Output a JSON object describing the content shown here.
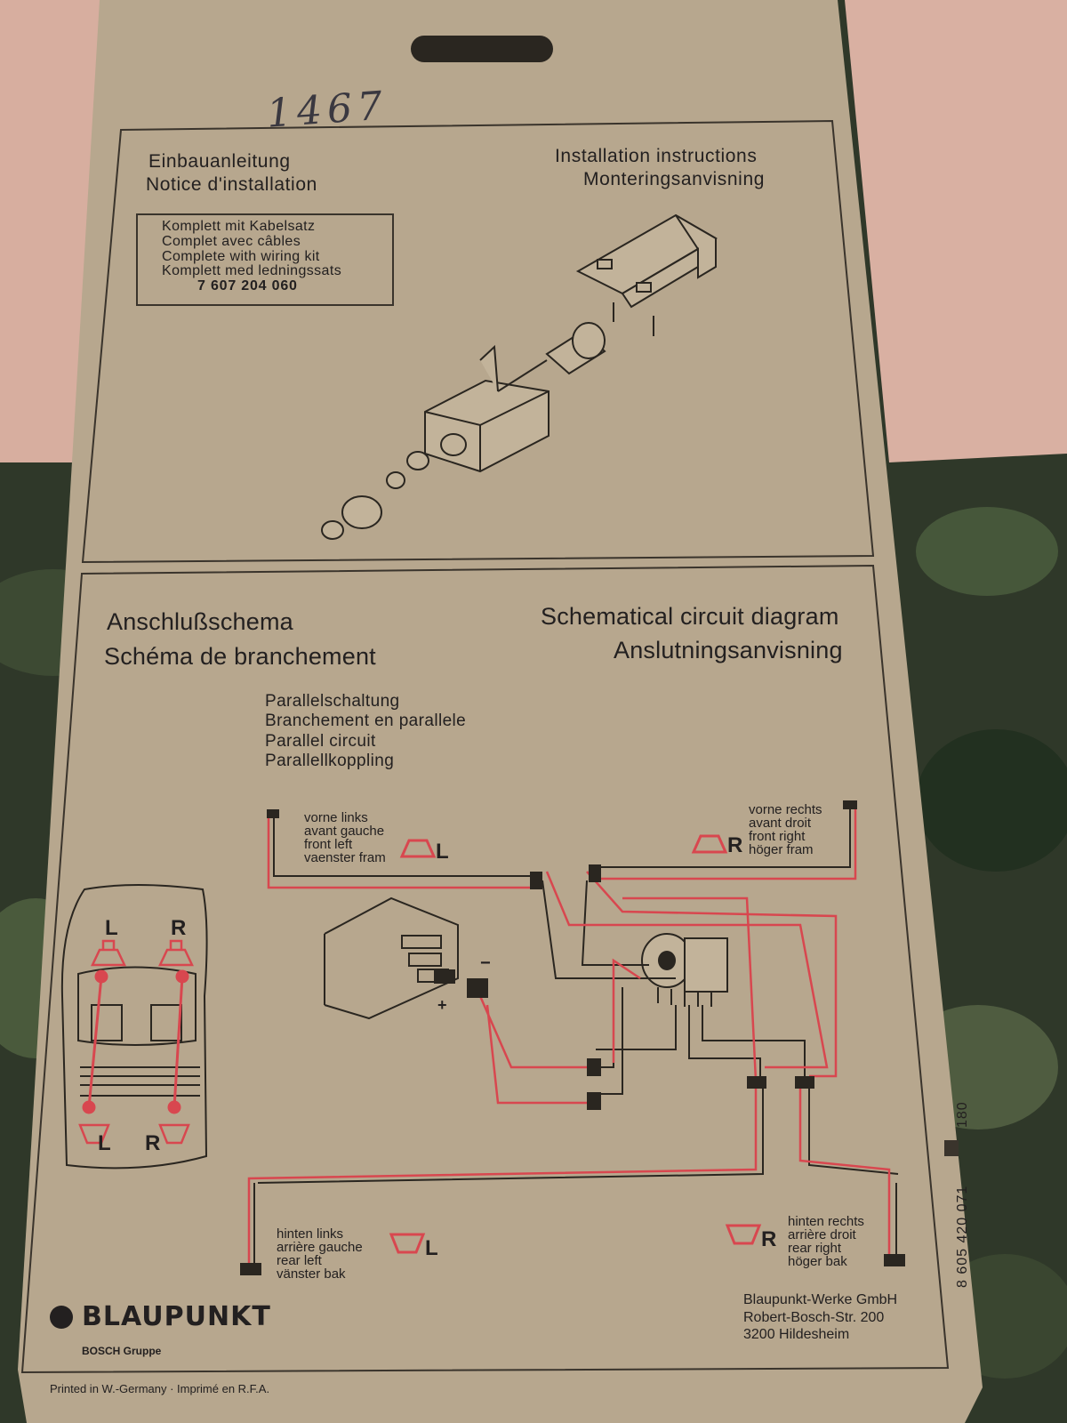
{
  "handwritten_note": "1467",
  "install": {
    "title_de": "Einbauanleitung",
    "title_fr": "Notice d'installation",
    "title_en": "Installation instructions",
    "title_sv": "Monteringsanvisning",
    "kit_lines": [
      "Komplett mit Kabelsatz",
      "Complet avec câbles",
      "Complete with wiring kit",
      "Komplett med ledningssats"
    ],
    "kit_number": "7 607 204 060"
  },
  "schematic": {
    "title_de": "Anschlußschema",
    "title_fr": "Schéma de branchement",
    "title_en": "Schematical circuit diagram",
    "title_sv": "Anslutningsanvisning",
    "parallel_lines": [
      "Parallelschaltung",
      "Branchement en parallele",
      "Parallel circuit",
      "Parallellkoppling"
    ],
    "front_left": [
      "vorne links",
      "avant gauche",
      "front left",
      "vaenster fram"
    ],
    "front_right": [
      "vorne rechts",
      "avant droit",
      "front right",
      "höger fram"
    ],
    "rear_left": [
      "hinten links",
      "arrière gauche",
      "rear left",
      "vänster bak"
    ],
    "rear_right": [
      "hinten rechts",
      "arrière droit",
      "rear right",
      "höger bak"
    ],
    "left_mark": "L",
    "right_mark": "R",
    "plus": "+",
    "minus": "−"
  },
  "brand": {
    "name": "BLAUPUNKT",
    "group": "BOSCH Gruppe",
    "address": [
      "Blaupunkt-Werke GmbH",
      "Robert-Bosch-Str. 200",
      "3200 Hildesheim"
    ]
  },
  "footer": {
    "printed": "Printed in W.-Germany · Imprimé en R.F.A.",
    "code": "8 605 420 071",
    "code_suffix": "180"
  },
  "colors": {
    "card": "#b7a78e",
    "ink": "#232020",
    "wire_red": "#d8474f",
    "camo_dark": "#2c3426",
    "skin": "#dcb2a4"
  }
}
